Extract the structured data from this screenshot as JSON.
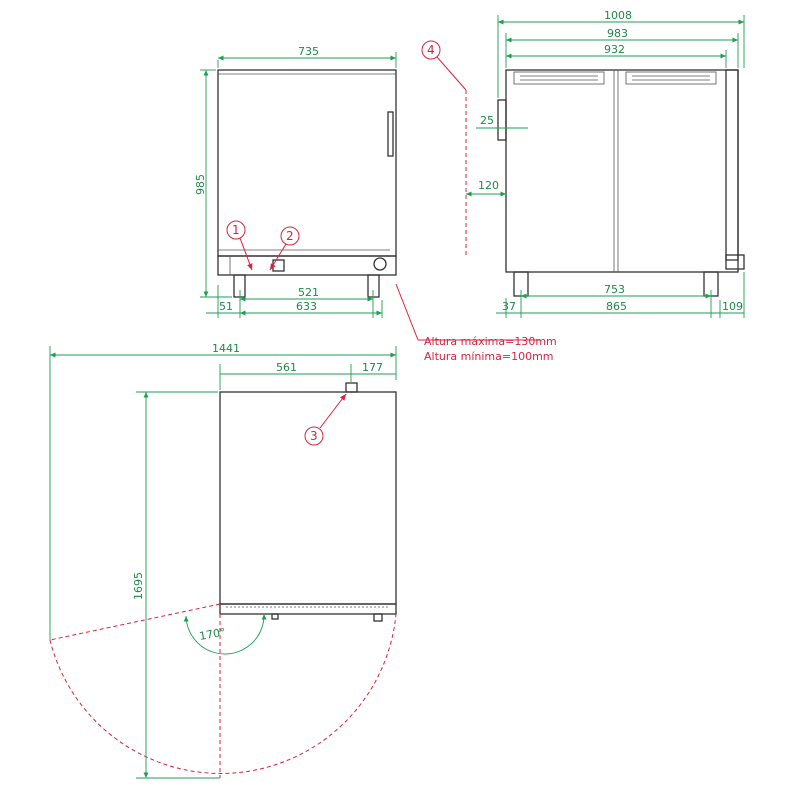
{
  "colors": {
    "dimension_line": "#1e9e52",
    "callout": "#d8233f",
    "outline": "#333333"
  },
  "dimensions": {
    "front_width": "735",
    "front_height": "985",
    "front_inner": "521",
    "front_base": "633",
    "front_offset": "51",
    "side_total": "1008",
    "side_983": "983",
    "side_932": "932",
    "side_25": "25",
    "side_120": "120",
    "side_753": "753",
    "side_37": "37",
    "side_865": "865",
    "side_109": "109",
    "top_total": "1441",
    "top_561": "561",
    "top_177": "177",
    "top_depth": "1695",
    "door_angle": "170°"
  },
  "callouts": [
    "1",
    "2",
    "3",
    "4"
  ],
  "notes": {
    "height_max": "Altura máxima=130mm",
    "height_min": "Altura mínima=100mm"
  }
}
